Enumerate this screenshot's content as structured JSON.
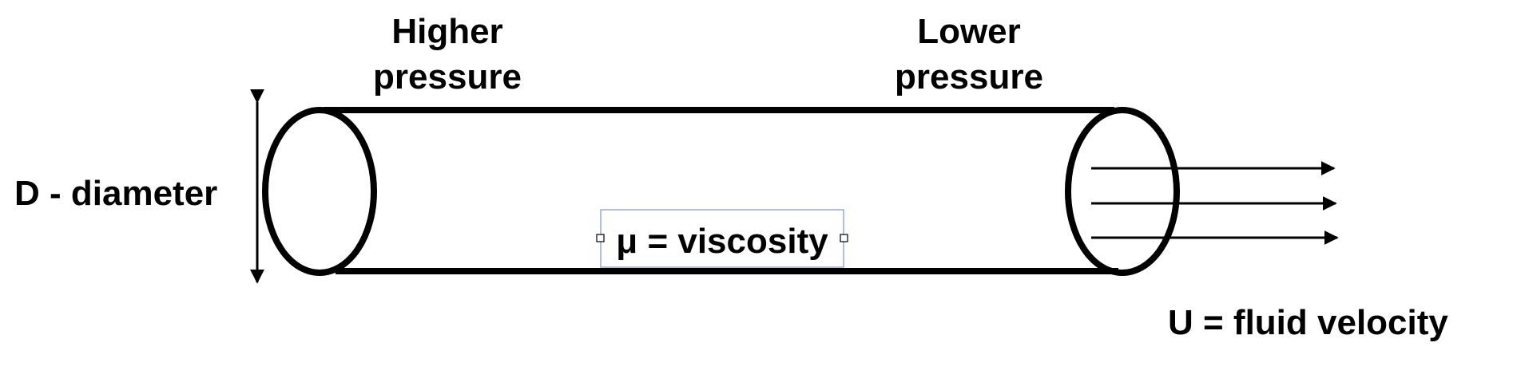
{
  "labels": {
    "higher_pressure_line1": "Higher",
    "higher_pressure_line2": "pressure",
    "lower_pressure_line1": "Lower",
    "lower_pressure_line2": "pressure",
    "diameter": "D - diameter",
    "viscosity": "μ = viscosity",
    "velocity": "U = fluid velocity"
  },
  "colors": {
    "stroke": "#000000",
    "selection": "#7b93e0",
    "background": "#ffffff"
  }
}
